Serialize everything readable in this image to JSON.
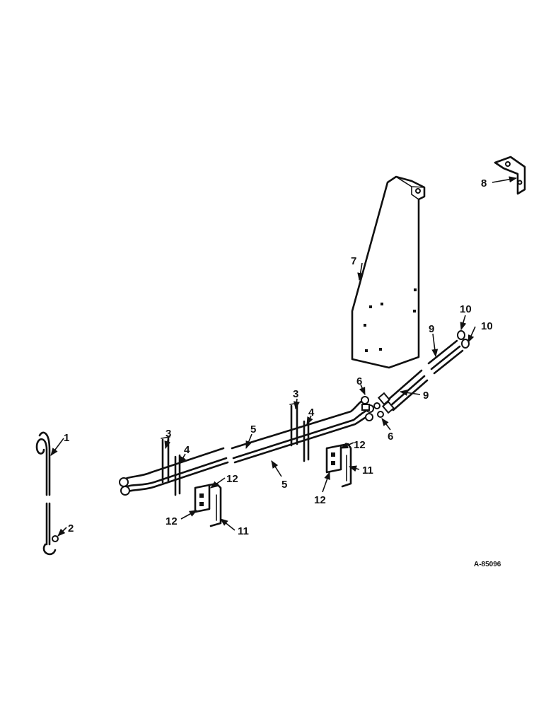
{
  "figure": {
    "reference_number": "A-85096",
    "callouts": {
      "c1": "1",
      "c2": "2",
      "c3a": "3",
      "c3b": "3",
      "c4a": "4",
      "c4b": "4",
      "c5a": "5",
      "c5b": "5",
      "c6a": "6",
      "c6b": "6",
      "c7": "7",
      "c8": "8",
      "c9a": "9",
      "c9b": "9",
      "c10a": "10",
      "c10b": "10",
      "c11a": "11",
      "c11b": "11",
      "c12a": "12",
      "c12b": "12",
      "c12c": "12",
      "c12d": "12"
    }
  }
}
